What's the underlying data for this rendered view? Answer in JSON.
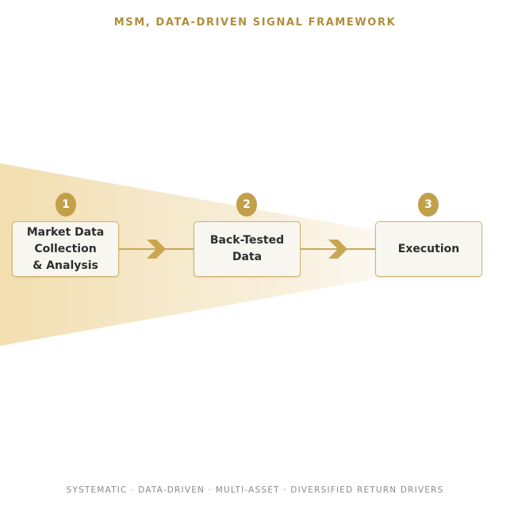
{
  "title": "MSM, DATA-DRIVEN SIGNAL FRAMEWORK",
  "footer": "SYSTEMATIC · DATA-DRIVEN · MULTI-ASSET · DIVERSIFIED RETURN DRIVERS",
  "steps": [
    {
      "number": "1",
      "label": "Market Data\nCollection\n& Analysis"
    },
    {
      "number": "2",
      "label": "Back-Tested\nData"
    },
    {
      "number": "3",
      "label": "Execution"
    }
  ],
  "colors": {
    "accent": "#c2a04a",
    "title": "#b08d3c",
    "box_fill": "#f8f6f1",
    "box_border": "#d2b36a",
    "funnel": "#f0dca8"
  },
  "icons": [
    "chevron-right-icon",
    "chevron-right-icon"
  ]
}
